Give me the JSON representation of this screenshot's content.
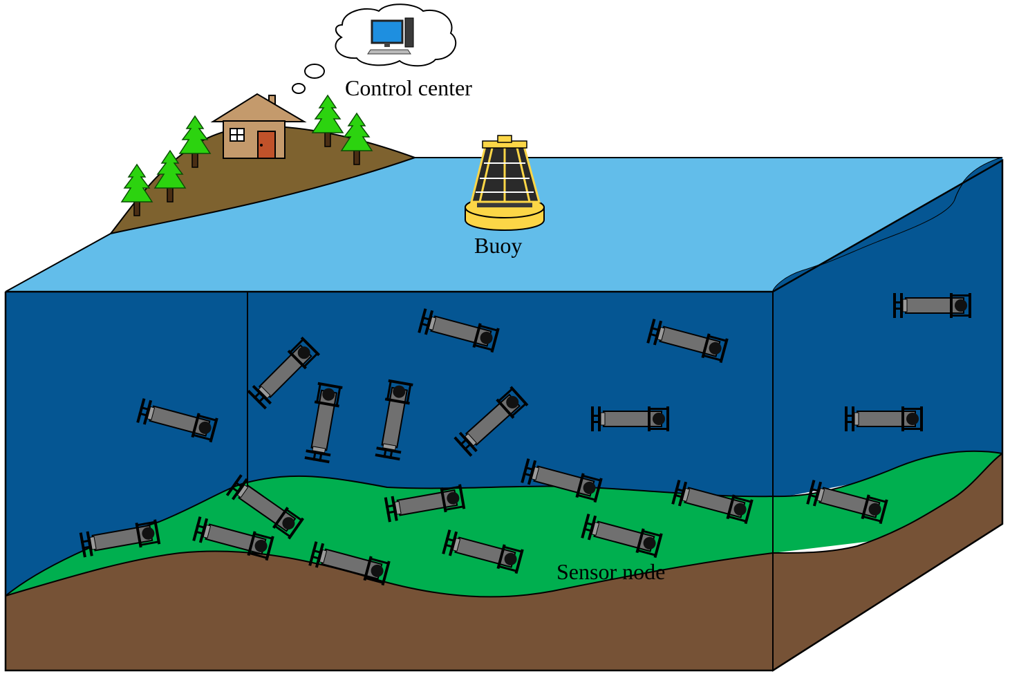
{
  "labels": {
    "control_center": "Control center",
    "buoy": "Buoy",
    "sensor_node": "Sensor node"
  },
  "colors": {
    "sea_surface": "#62bdea",
    "deep_water": "#055693",
    "seabed_green": "#00af4f",
    "soil_brown": "#765236",
    "land": "#7e622f",
    "tree_green": "#2cd30f",
    "buoy_yellow": "#fcd647",
    "sensor_gray": "#707070"
  },
  "icons": [
    "computer-icon",
    "house-icon",
    "tree-icon",
    "buoy-icon",
    "sensor-node-icon",
    "thought-cloud-icon"
  ]
}
